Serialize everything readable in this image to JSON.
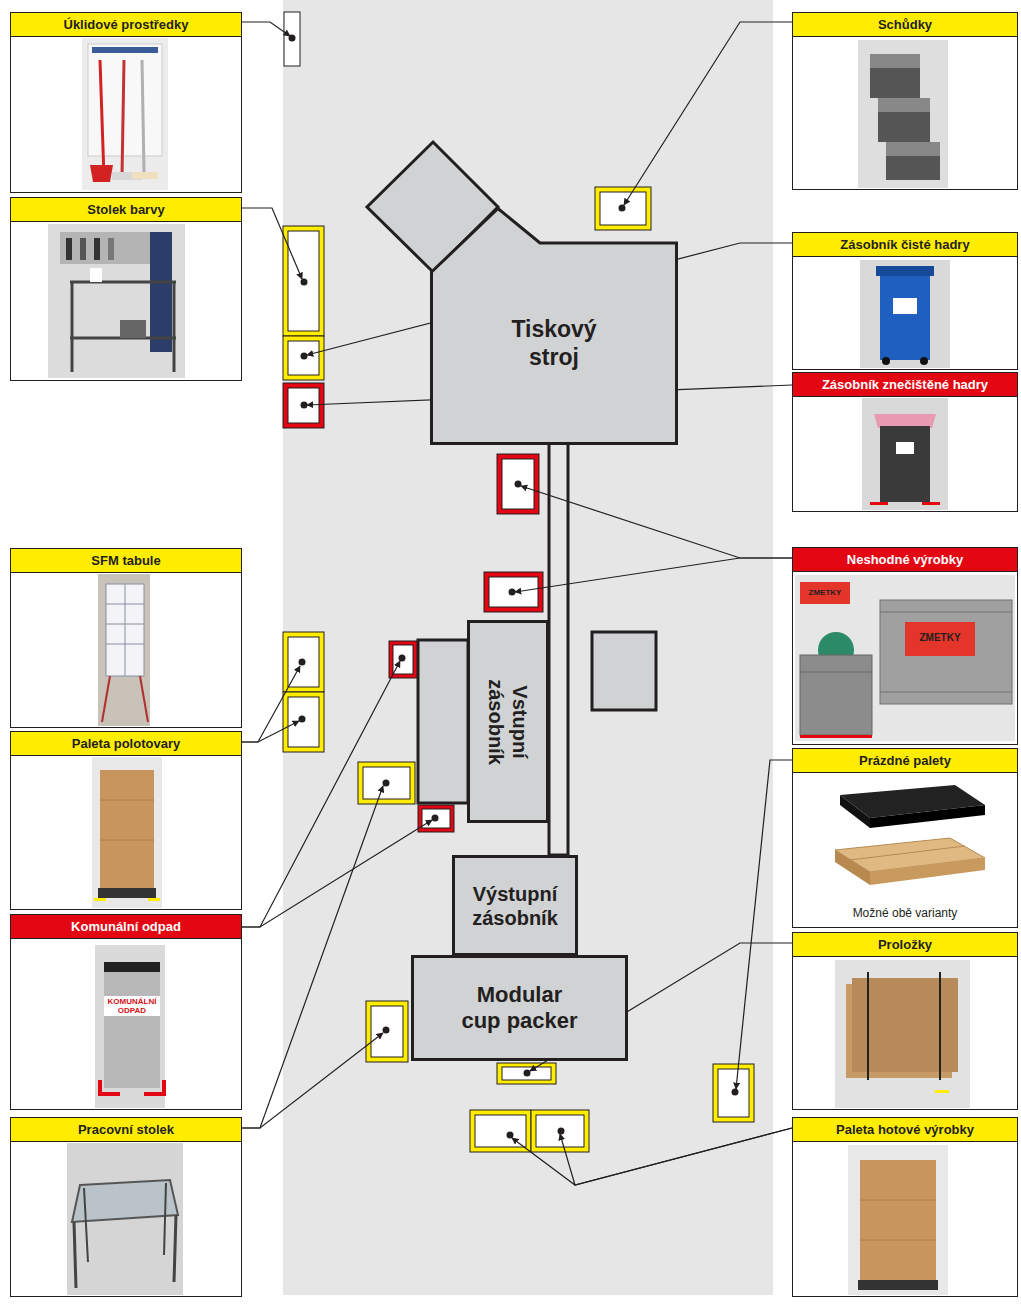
{
  "diagram": {
    "nodes": [
      {
        "text": [
          "Úklidové prostředky"
        ]
      },
      {
        "text": [
          "Schůdky"
        ]
      },
      {
        "text": [
          "Stolek barvy"
        ]
      },
      {
        "text": [
          "Zásobník čisté hadry"
        ]
      },
      {
        "text": [
          "Tiskový stroj"
        ]
      },
      {
        "text": [
          "Zásobník znečištěné hadry"
        ]
      },
      {
        "text": [
          "Neshodné výrobky"
        ]
      },
      {
        "text": [
          "SFM tabule"
        ]
      },
      {
        "text": [
          "Vstupní zásobník"
        ]
      },
      {
        "text": [
          "Paleta polotovary"
        ]
      },
      {
        "text": [
          "Prázdné palety",
          "Možné obě varianty"
        ]
      },
      {
        "text": [
          "Výstupní zásobník"
        ]
      },
      {
        "text": [
          "Komunální odpad"
        ]
      },
      {
        "text": [
          "Proložky"
        ]
      },
      {
        "text": [
          "Modular cup packer"
        ]
      },
      {
        "text": [
          "Pracovní stolek"
        ]
      },
      {
        "text": [
          "Paleta hotové výrobky"
        ]
      }
    ],
    "labels": [
      "KOMUNÁLNÍ ODPAD",
      "ZMETKY",
      "ZMETKY"
    ]
  }
}
